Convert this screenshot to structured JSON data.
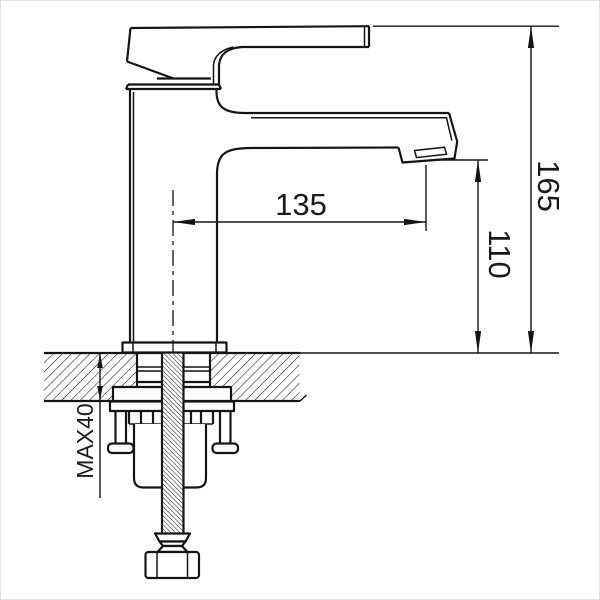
{
  "page": {
    "background": "#ffffff",
    "line_color": "#141414"
  },
  "dimensions": {
    "spout_reach": "135",
    "outlet_height": "110",
    "overall_height": "165",
    "max_mounting_thickness": "MAX40"
  }
}
